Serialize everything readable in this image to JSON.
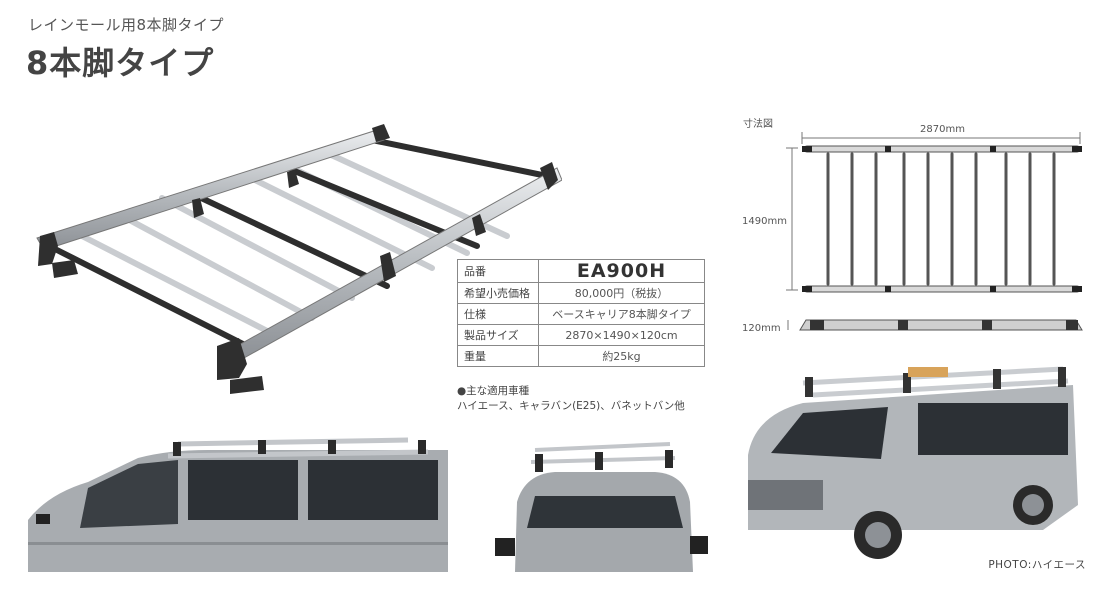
{
  "header": {
    "subtitle": "レインモール用8本脚タイプ",
    "title": "8本脚タイプ"
  },
  "spec_table": [
    {
      "key": "品番",
      "value": "EA900H"
    },
    {
      "key": "希望小売価格",
      "value": "80,000円（税抜）"
    },
    {
      "key": "仕様",
      "value": "ベースキャリア8本脚タイプ"
    },
    {
      "key": "製品サイズ",
      "value": "2870×1490×120cm"
    },
    {
      "key": "重量",
      "value": "約25kg"
    }
  ],
  "notes": {
    "heading": "●主な適用車種",
    "vehicles": "ハイエース、キャラバン(E25)、バネットバン他"
  },
  "dimension_diagram": {
    "title": "寸法図",
    "width_label": "2870mm",
    "depth_label": "1490mm",
    "height_label": "120mm"
  },
  "photo_credit": "PHOTO:ハイエース",
  "colors": {
    "rail": "#b9bcc0",
    "bar": "#2e2e2e",
    "van_body": "#a8acb0"
  }
}
